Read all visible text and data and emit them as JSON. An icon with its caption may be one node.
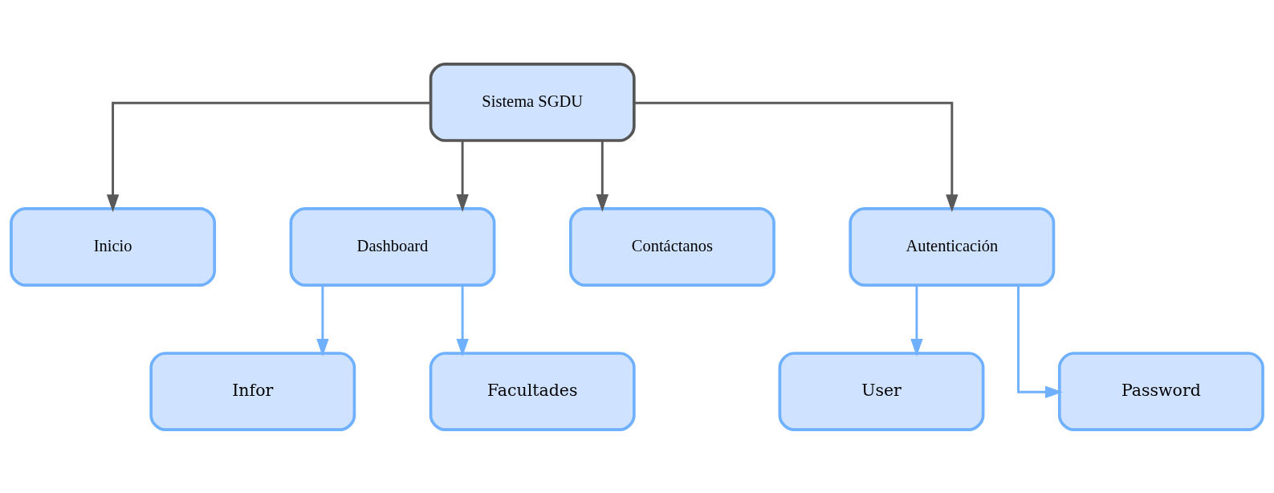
{
  "diagram": {
    "nodes": [
      {
        "text": [
          "Sistema SGDU"
        ]
      },
      {
        "text": [
          "Inicio"
        ]
      },
      {
        "text": [
          "Dashboard"
        ]
      },
      {
        "text": [
          "Contáctanos"
        ]
      },
      {
        "text": [
          "Autenticación"
        ]
      },
      {
        "text": [
          "Infor"
        ]
      },
      {
        "text": [
          "Facultades"
        ]
      },
      {
        "text": [
          "User"
        ]
      },
      {
        "text": [
          "Password"
        ]
      }
    ],
    "edges": [
      {
        "from": 0,
        "to": 1,
        "arrow": "to",
        "color": "#595959"
      },
      {
        "from": 0,
        "to": 2,
        "arrow": "to",
        "color": "#595959"
      },
      {
        "from": 0,
        "to": 3,
        "arrow": "to",
        "color": "#595959"
      },
      {
        "from": 0,
        "to": 4,
        "arrow": "to",
        "color": "#595959"
      },
      {
        "from": 2,
        "to": 5,
        "arrow": "to",
        "color": "#6fb0ff"
      },
      {
        "from": 2,
        "to": 6,
        "arrow": "to",
        "color": "#6fb0ff"
      },
      {
        "from": 4,
        "to": 7,
        "arrow": "to",
        "color": "#6fb0ff"
      },
      {
        "from": 4,
        "to": 8,
        "arrow": "to",
        "color": "#6fb0ff"
      }
    ]
  }
}
